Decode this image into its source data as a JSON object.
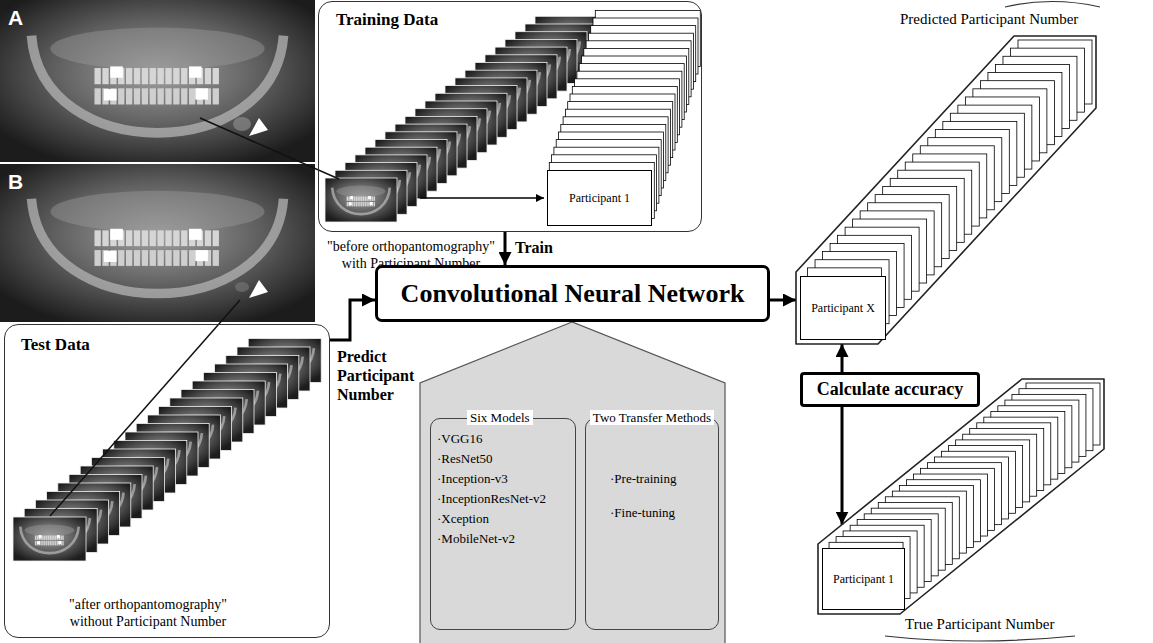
{
  "diagram": {
    "nodes": [
      {
        "text": [
          "Training Data",
          "\"before orthopantomography\" with Participant Number"
        ]
      },
      {
        "text": [
          "Participant 1"
        ],
        "in": 0
      },
      {
        "text": [
          "Test Data",
          "\"after orthopantomography\" without Participant Number"
        ]
      },
      {
        "text": [
          "Convolutional Neural Network"
        ]
      },
      {
        "text": [
          "Six Models",
          "·VGG16",
          "·ResNet50",
          "·Inception-v3",
          "·InceptionResNet-v2",
          "·Xception",
          "·MobileNet-v2"
        ]
      },
      {
        "text": [
          "Two Transfer Methods",
          "·Pre-training",
          "·Fine-tuning"
        ]
      },
      {
        "text": [
          "Predicted Participant Number"
        ]
      },
      {
        "text": [
          "Participant X"
        ],
        "in": 6
      },
      {
        "text": [
          "True Participant Number"
        ]
      },
      {
        "text": [
          "Participant 1"
        ],
        "in": 8
      },
      {
        "text": [
          "Calculate accuracy"
        ]
      }
    ],
    "edges": [
      {
        "from": 0,
        "to": 3,
        "label": "Train",
        "arrow": "to"
      },
      {
        "from": 2,
        "to": 3,
        "label": "Predict Participant Number",
        "arrow": "to"
      },
      {
        "from": 3,
        "to": 6,
        "arrow": "to"
      },
      {
        "from": 10,
        "to": 6,
        "arrow": "to"
      },
      {
        "from": 10,
        "to": 8,
        "arrow": "to"
      }
    ],
    "labels": [
      "A",
      "B"
    ]
  }
}
